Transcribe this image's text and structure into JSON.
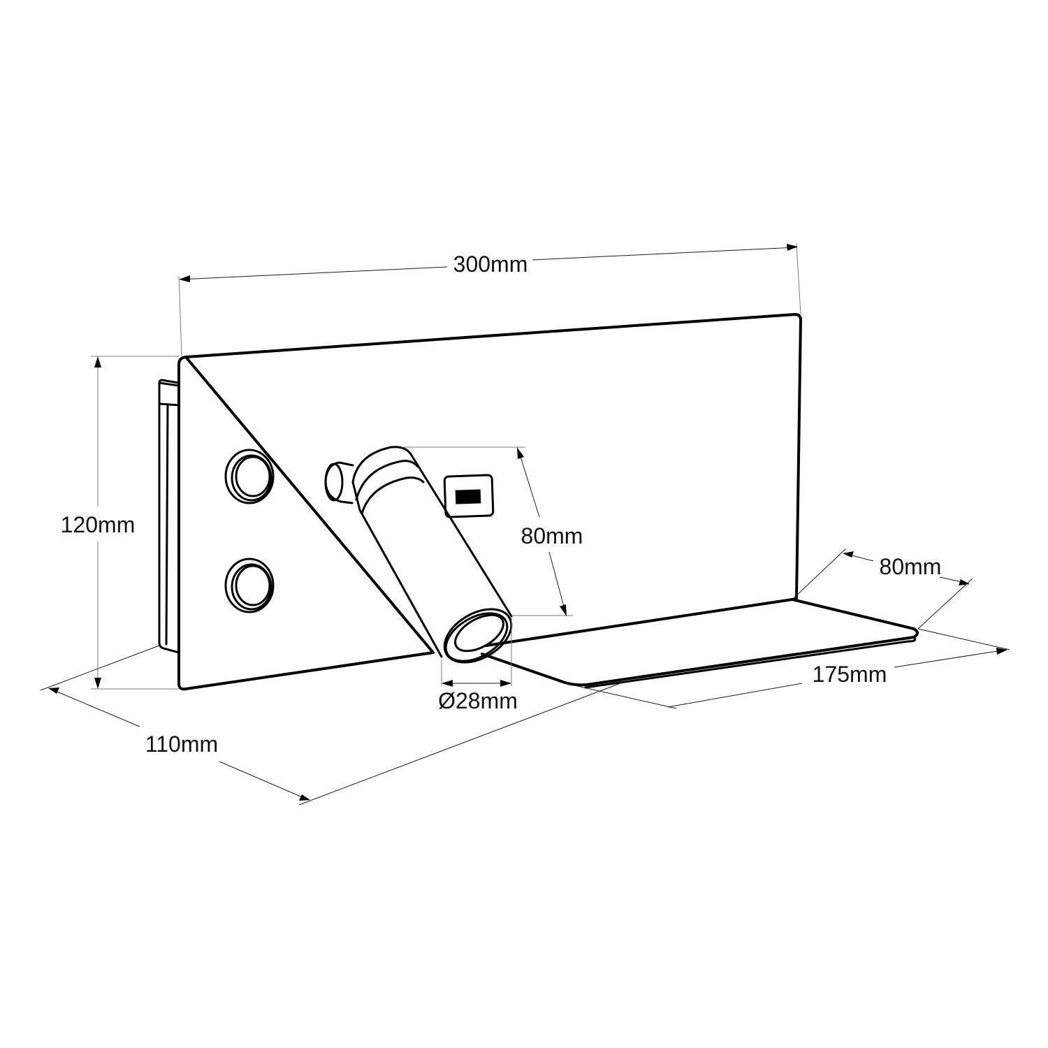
{
  "diagram": {
    "subject": "wall-mounted-reading-light-with-shelf",
    "colors": {
      "stroke": "#000000",
      "dimension_line": "#1a1a1a",
      "extension_line": "#7a7a7a",
      "background": "#ffffff"
    }
  },
  "dimensions": {
    "width": "300mm",
    "height": "120mm",
    "depth": "110mm",
    "spot_length": "80mm",
    "spot_diameter": "Ø28mm",
    "shelf_depth": "80mm",
    "shelf_length": "175mm"
  }
}
